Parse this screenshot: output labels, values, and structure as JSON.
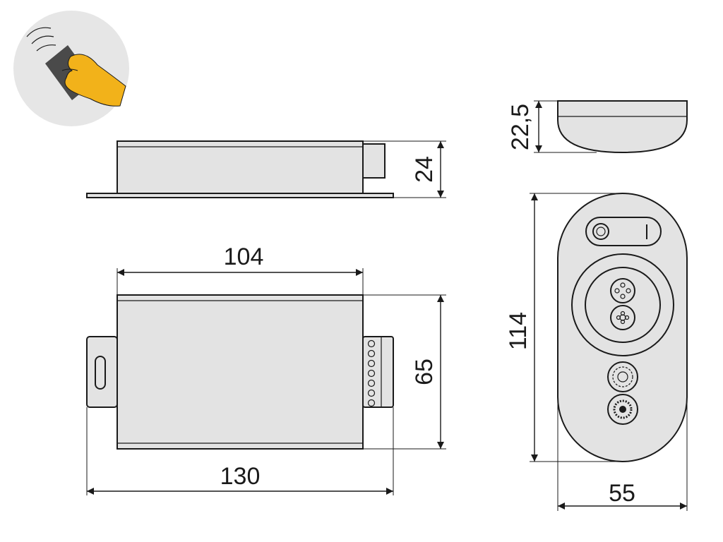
{
  "dimensions": {
    "side_height": "24",
    "top_inner_width": "104",
    "top_height": "65",
    "top_overall_width": "130",
    "remote_side_height": "22,5",
    "remote_length": "114",
    "remote_width": "55"
  },
  "colors": {
    "line": "#1a1a1a",
    "fill": "#e3e3e3",
    "icon_circle": "#e6e6e6",
    "hand": "#f2b21a",
    "remote_dark": "#4a4a4a"
  },
  "icon": "hand-holding-remote-icon"
}
